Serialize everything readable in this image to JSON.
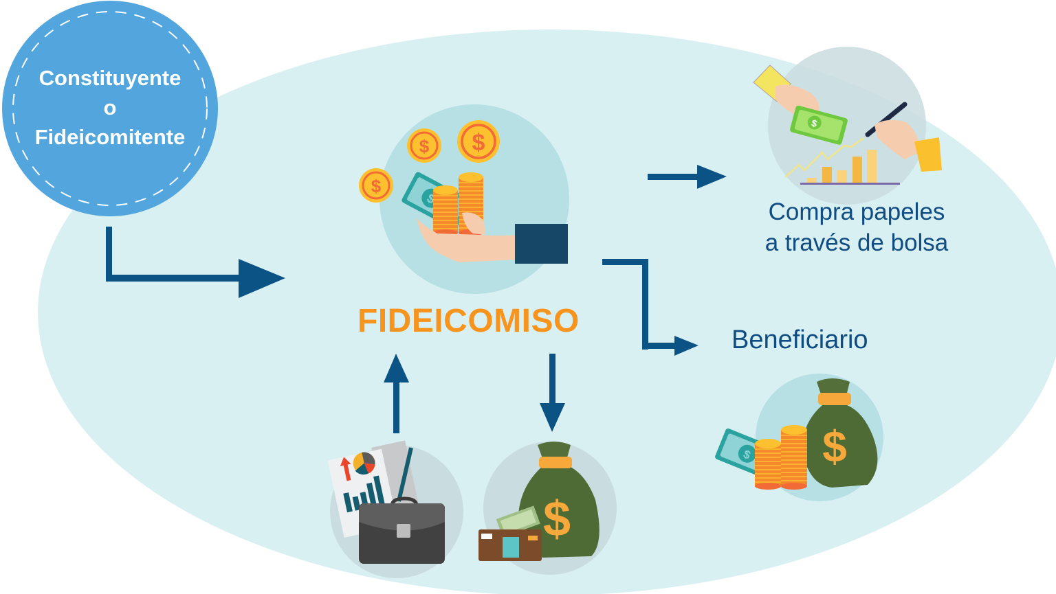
{
  "diagram": {
    "title": "Fideicomiso",
    "nodes": {
      "constituyente": {
        "lines": [
          "Constituyente",
          "o",
          "Fideicomitente"
        ],
        "role": "source"
      },
      "fideicomiso": {
        "label": "FIDEICOMISO",
        "icon": "hand-with-coins-icon"
      },
      "compra": {
        "lines": [
          "Compra papeles",
          "a través de bolsa"
        ],
        "icon": "stock-trading-icon"
      },
      "beneficiario": {
        "label": "Beneficiario",
        "icon": "money-bag-coins-icon"
      },
      "aportes": {
        "icon": "briefcase-reports-icon"
      },
      "rendimientos": {
        "icon": "money-bag-wallet-icon"
      }
    },
    "edges": [
      {
        "from": "constituyente",
        "to": "fideicomiso",
        "shape": "elbow"
      },
      {
        "from": "fideicomiso",
        "to": "compra",
        "shape": "straight"
      },
      {
        "from": "fideicomiso",
        "to": "beneficiario",
        "shape": "elbow"
      },
      {
        "from": "aportes",
        "to": "fideicomiso",
        "shape": "straight-up"
      },
      {
        "from": "fideicomiso",
        "to": "rendimientos",
        "shape": "straight-down"
      }
    ]
  },
  "colors": {
    "background_ellipse": "#d9f0f3",
    "constituyente_fill": "#52a6dd",
    "arrow": "#0b5285",
    "fideicomiso_text": "#f7941d",
    "label_text": "#0f4c81",
    "icon_circle_teal": "#b6e0e4",
    "icon_circle_grey": "#c9dcdf"
  }
}
